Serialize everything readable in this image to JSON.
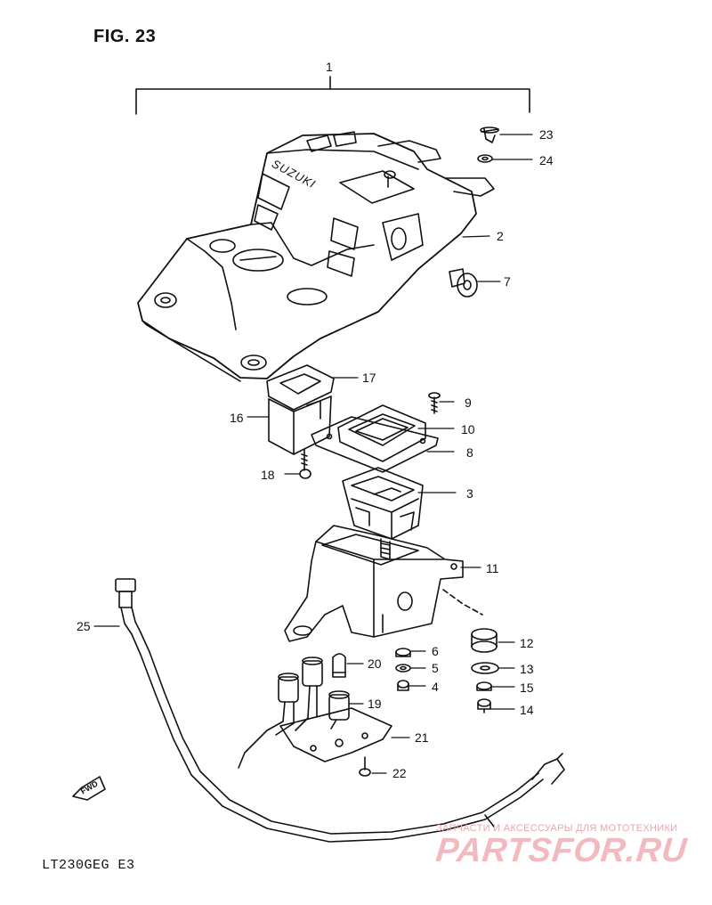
{
  "figure_title": "FIG. 23",
  "model_code": "LT230GEG E3",
  "callouts": [
    {
      "id": "1"
    },
    {
      "id": "2"
    },
    {
      "id": "3"
    },
    {
      "id": "4"
    },
    {
      "id": "5"
    },
    {
      "id": "6"
    },
    {
      "id": "7"
    },
    {
      "id": "8"
    },
    {
      "id": "9"
    },
    {
      "id": "10"
    },
    {
      "id": "11"
    },
    {
      "id": "12"
    },
    {
      "id": "13"
    },
    {
      "id": "14"
    },
    {
      "id": "15"
    },
    {
      "id": "16"
    },
    {
      "id": "17"
    },
    {
      "id": "18"
    },
    {
      "id": "19"
    },
    {
      "id": "20"
    },
    {
      "id": "21"
    },
    {
      "id": "22"
    },
    {
      "id": "23"
    },
    {
      "id": "24"
    },
    {
      "id": "25"
    }
  ],
  "cover_brand": "SUZUKI",
  "fwd_label": "FWD",
  "watermark": {
    "subtitle": "ЗАПЧАСТИ И АКСЕССУАРЫ ДЛЯ МОТОТЕХНИКИ",
    "logo_text": "PARTSFOR.RU",
    "color": "#f2b9be"
  }
}
